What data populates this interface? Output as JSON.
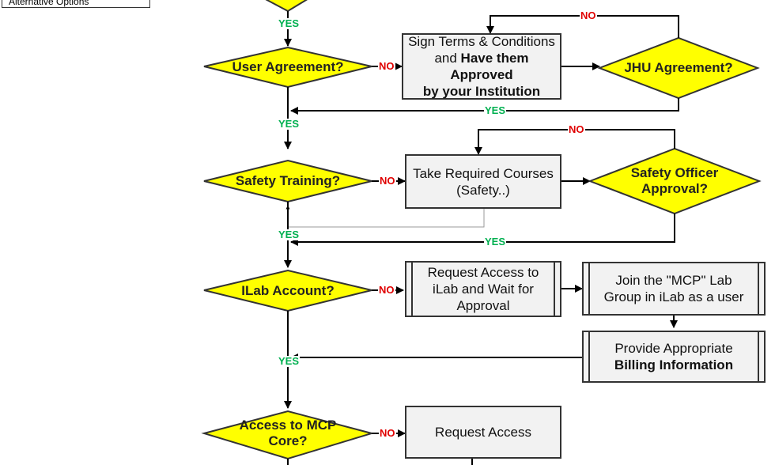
{
  "legend": {
    "text": "Alternative Options"
  },
  "decisions": {
    "user_agreement": "User Agreement?",
    "jhu_agreement": "JHU Agreement?",
    "safety_training": "Safety Training?",
    "safety_officer_line1": "Safety Officer",
    "safety_officer_line2": "Approval?",
    "ilab_account": "ILab Account?",
    "access_mcp_line1": "Access to MCP",
    "access_mcp_line2": "Core?"
  },
  "processes": {
    "sign_terms_line1": "Sign Terms & Conditions",
    "sign_terms_line2_plain": "and ",
    "sign_terms_line2_bold": "Have them Approved",
    "sign_terms_line3_bold": "by your Institution",
    "courses_line1": "Take Required Courses",
    "courses_line2": "(Safety..)",
    "request_ilab_line1": "Request Access to",
    "request_ilab_line2": "iLab and Wait for",
    "request_ilab_line3": "Approval",
    "join_mcp_line1": "Join the \"MCP\" Lab",
    "join_mcp_line2": "Group in iLab as a user",
    "billing_line1": "Provide Appropriate",
    "billing_line2_bold": "Billing Information",
    "request_access": "Request Access"
  },
  "labels": {
    "yes": "YES",
    "no": "NO"
  },
  "colors": {
    "decision_fill": "#ffff00",
    "process_fill": "#f2f2f2",
    "line": "#000000",
    "yes": "#00b050",
    "no": "#e00000"
  }
}
